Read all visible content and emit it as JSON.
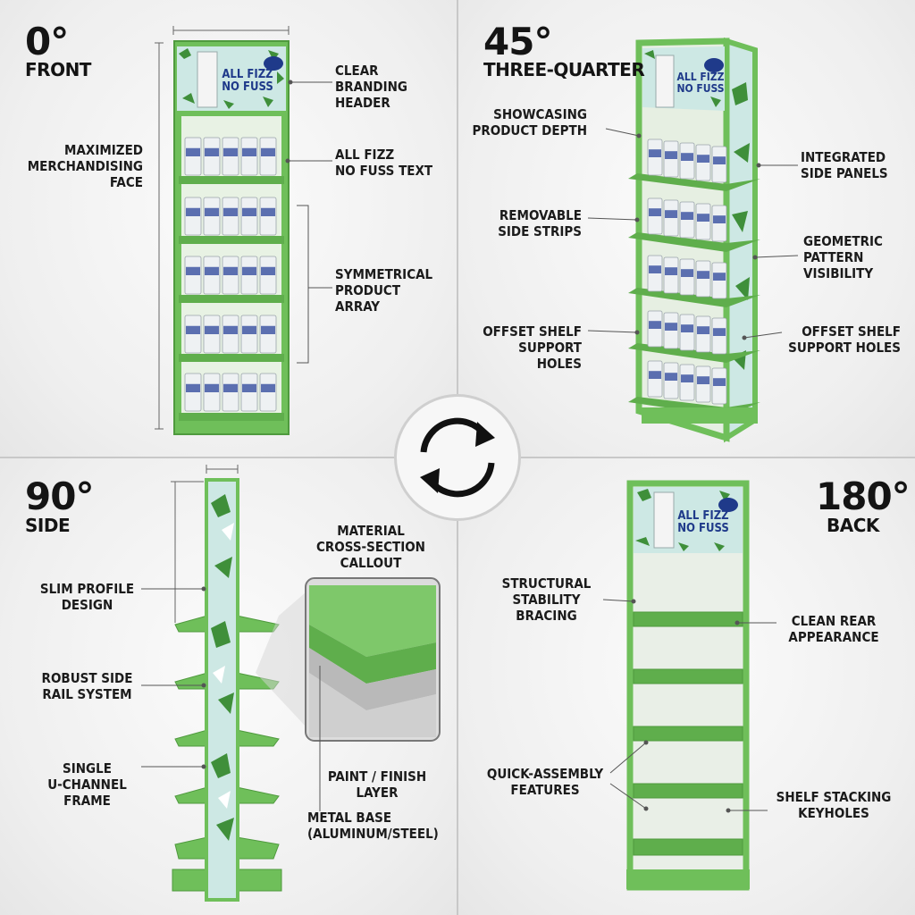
{
  "views": {
    "front": {
      "angle": "0°",
      "name": "FRONT",
      "callouts": {
        "clear_branding_header": "CLEAR\nBRANDING\nHEADER",
        "all_fizz_text": "ALL FIZZ\nNO FUSS TEXT",
        "maximized_face": "MAXIMIZED\nMERCHANDISING\nFACE",
        "symmetrical_array": "SYMMETRICAL\nPRODUCT\nARRAY"
      }
    },
    "three_quarter": {
      "angle": "45°",
      "name": "THREE-QUARTER",
      "callouts": {
        "showcasing_depth": "SHOWCASING\nPRODUCT DEPTH",
        "integrated_side_panels": "INTEGRATED\nSIDE PANELS",
        "removable_side_strips": "REMOVABLE\nSIDE STRIPS",
        "geometric_pattern": "GEOMETRIC\nPATTERN\nVISIBILITY",
        "offset_holes_left": "OFFSET SHELF\nSUPPORT\nHOLES",
        "offset_holes_right": "OFFSET SHELF\nSUPPORT HOLES"
      }
    },
    "side": {
      "angle": "90°",
      "name": "SIDE",
      "callouts": {
        "material_cross_section": "MATERIAL\nCROSS-SECTION\nCALLOUT",
        "slim_profile": "SLIM PROFILE\nDESIGN",
        "robust_side_rail": "ROBUST SIDE\nRAIL SYSTEM",
        "single_u_channel": "SINGLE\nU-CHANNEL\nFRAME",
        "paint_finish": "PAINT / FINISH\nLAYER",
        "metal_base": "METAL BASE\n(ALUMINUM/STEEL)"
      }
    },
    "back": {
      "angle": "180°",
      "name": "BACK",
      "callouts": {
        "structural_bracing": "STRUCTURAL\nSTABILITY\nBRACING",
        "clean_rear": "CLEAN REAR\nAPPEARANCE",
        "quick_assembly": "QUICK-ASSEMBLY\nFEATURES",
        "shelf_keyholes": "SHELF STACKING\nKEYHOLES"
      }
    }
  },
  "header_sign": {
    "text_line1": "ALL FIZZ",
    "text_line2": "NO FUSS"
  },
  "center_icon": "rotate-arrows-icon",
  "colors": {
    "frame_green": "#6fbf5a",
    "frame_dark": "#4f9a3e",
    "panel_mint": "#cde8e4",
    "zigzag_green": "#3f8f3a",
    "text_navy": "#1f3a8a",
    "label_black": "#1b1b1b"
  }
}
